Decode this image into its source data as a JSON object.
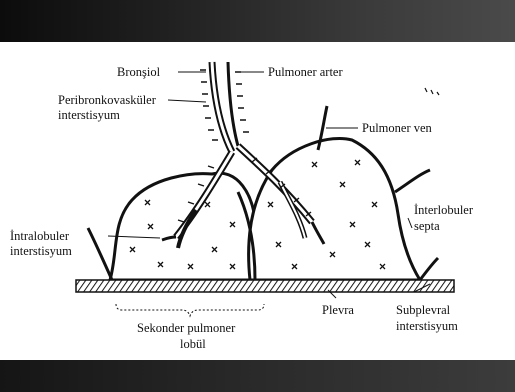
{
  "labels": {
    "bronsiol": "Bronşiol",
    "pulmoner_arter": "Pulmoner arter",
    "peribronkovaskuler_1": "Peribronkovasküler",
    "peribronkovaskuler_2": "interstisyum",
    "pulmoner_ven": "Pulmoner ven",
    "intralobuler_1": "İntralobuler",
    "intralobuler_2": "interstisyum",
    "interlobuler_1": "İnterlobuler",
    "interlobuler_2": "septa",
    "sekonder_1": "Sekonder pulmoner",
    "sekonder_2": "lobül",
    "plevra": "Plevra",
    "subplevral_1": "Subplevral",
    "subplevral_2": "interstisyum"
  }
}
